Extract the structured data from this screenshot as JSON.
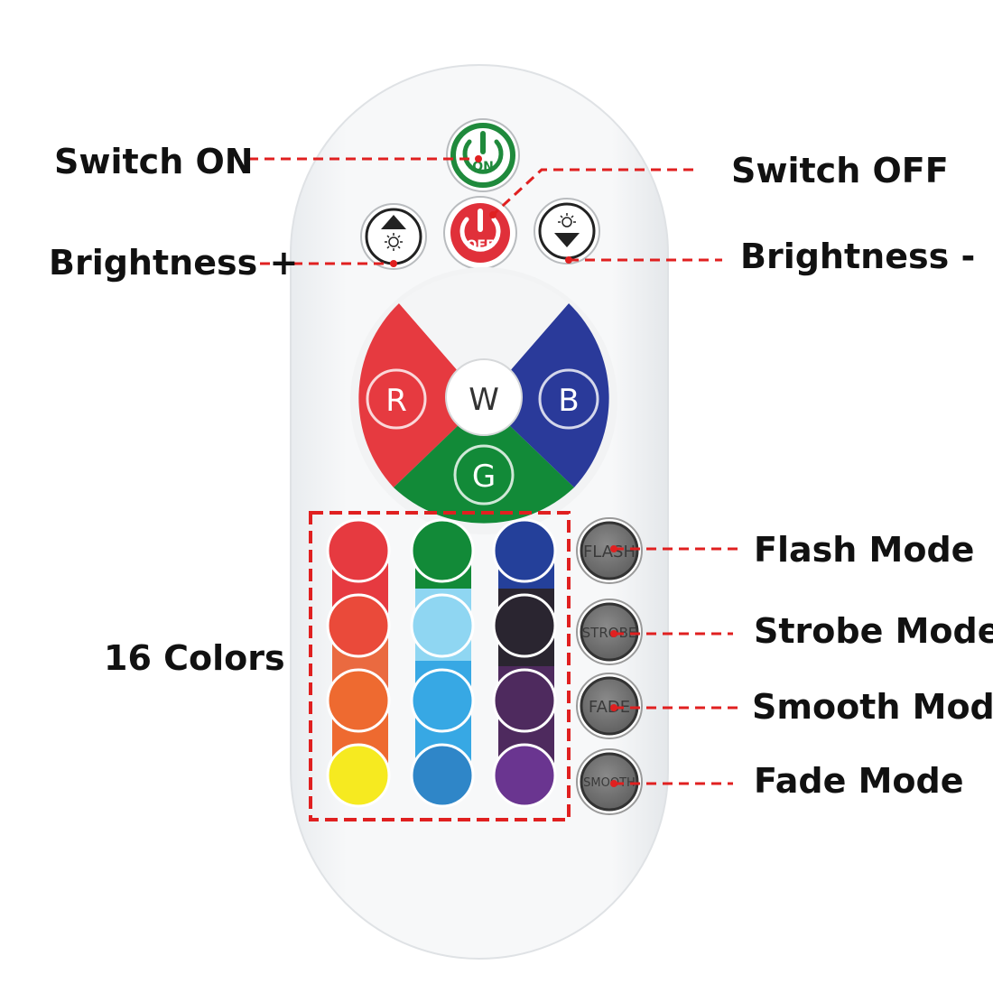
{
  "callouts": {
    "switch_on": "Switch ON",
    "switch_off": "Switch OFF",
    "brightness_up": "Brightness +",
    "brightness_down": "Brightness -",
    "colors_16": "16 Colors",
    "flash_mode": "Flash Mode",
    "strobe_mode": "Strobe Mode",
    "smooth_mode": "Smooth Mode",
    "fade_mode": "Fade Mode"
  },
  "buttons": {
    "on_label": "ON",
    "off_label": "OFF",
    "red_label": "R",
    "green_label": "G",
    "blue_label": "B",
    "white_label": "W",
    "flash_label": "FLASH",
    "strobe_label": "STROBE",
    "fade_label": "FADE",
    "smooth_label": "SMOOTH"
  },
  "colors": {
    "callout_line": "#e02020",
    "on_green": "#1f8a3c",
    "off_red": "#e0303a",
    "wheel_red": "#e63a40",
    "wheel_green": "#128a38",
    "wheel_blue": "#2a3a9a",
    "mode_button_gray": "#7a7a7a",
    "color_keys": [
      "#e63a40",
      "#128a38",
      "#24409a",
      "#ea4a3a",
      "#8fd6f2",
      "#2a2530",
      "#ee6a30",
      "#37a8e4",
      "#4e2a5e",
      "#f6ea20",
      "#2f86c8",
      "#6a3590"
    ]
  },
  "icons": {
    "on_button": "power-on-icon",
    "off_button": "power-off-icon",
    "brightness_up": "brightness-up-icon",
    "brightness_down": "brightness-down-icon"
  }
}
